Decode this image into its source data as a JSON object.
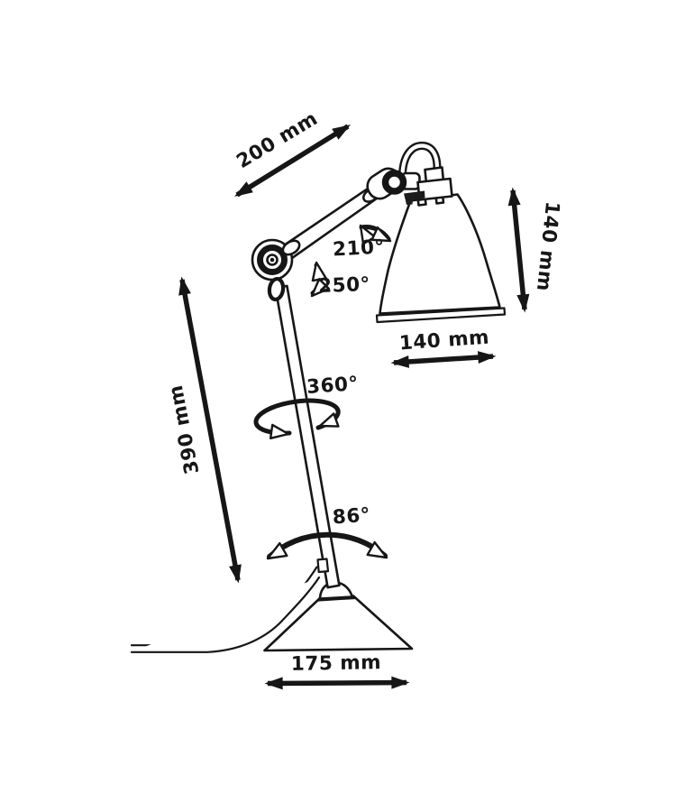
{
  "diagram": {
    "subject": "Articulated desk lamp – technical dimension drawing",
    "background_color": "#ffffff",
    "line_color": "#161616",
    "dimensions": {
      "arm_length": "200 mm",
      "shade_height": "140 mm",
      "shade_diameter": "140 mm",
      "stem_height": "390 mm",
      "base_diameter": "175 mm"
    },
    "angles": {
      "shade_rotation": "210°",
      "elbow_rotation": "250°",
      "stem_rotation": "360°",
      "base_swivel": "86°"
    }
  }
}
